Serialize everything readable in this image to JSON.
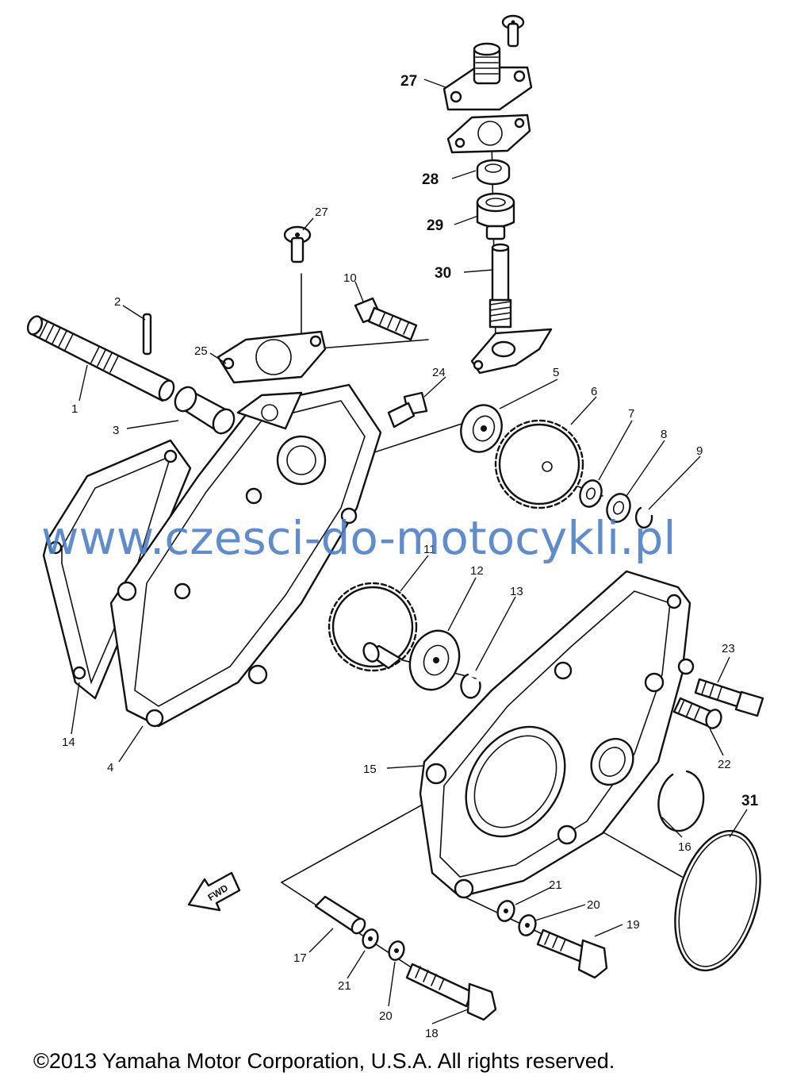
{
  "callouts": {
    "p1": "1",
    "p2": "2",
    "p3": "3",
    "p4": "4",
    "p5": "5",
    "p6": "6",
    "p7": "7",
    "p8": "8",
    "p9": "9",
    "p10": "10",
    "p11": "11",
    "p12": "12",
    "p13": "13",
    "p14": "14",
    "p15": "15",
    "p16": "16",
    "p17": "17",
    "p18": "18",
    "p19": "19",
    "p20a": "20",
    "p20b": "20",
    "p21a": "21",
    "p21b": "21",
    "p22": "22",
    "p23": "23",
    "p24": "24",
    "p25": "25",
    "p27a": "27",
    "p27b": "27",
    "p28": "28",
    "p29": "29",
    "p30": "30",
    "p31": "31"
  },
  "fwd_label": "FWD",
  "watermark": "www.czesci-do-motocykli.pl",
  "copyright": "©2013 Yamaha Motor Corporation, U.S.A. All rights reserved."
}
